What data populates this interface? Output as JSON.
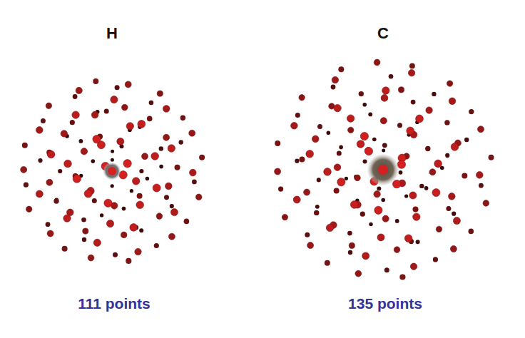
{
  "diagram": {
    "labels": [
      "H",
      "C",
      "111 points",
      "135 points"
    ]
  }
}
